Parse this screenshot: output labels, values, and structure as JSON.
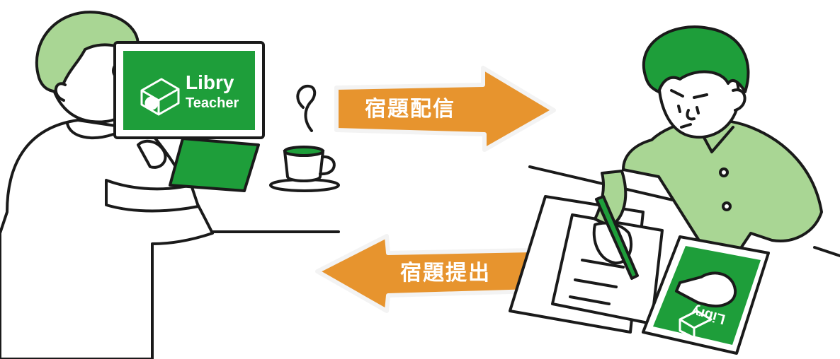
{
  "laptop_logo": {
    "line1": "Libry",
    "line2": "Teacher"
  },
  "tablet_logo": {
    "text": "Libry"
  },
  "arrows": {
    "assign": {
      "label": "宿題配信",
      "direction": "right"
    },
    "submit": {
      "label": "宿題提出",
      "direction": "left"
    }
  },
  "colors": {
    "brand_green": "#1e9e3a",
    "skin_green": "#a9d694",
    "arrow_orange": "#e7942e",
    "line": "#1a1a1a"
  }
}
